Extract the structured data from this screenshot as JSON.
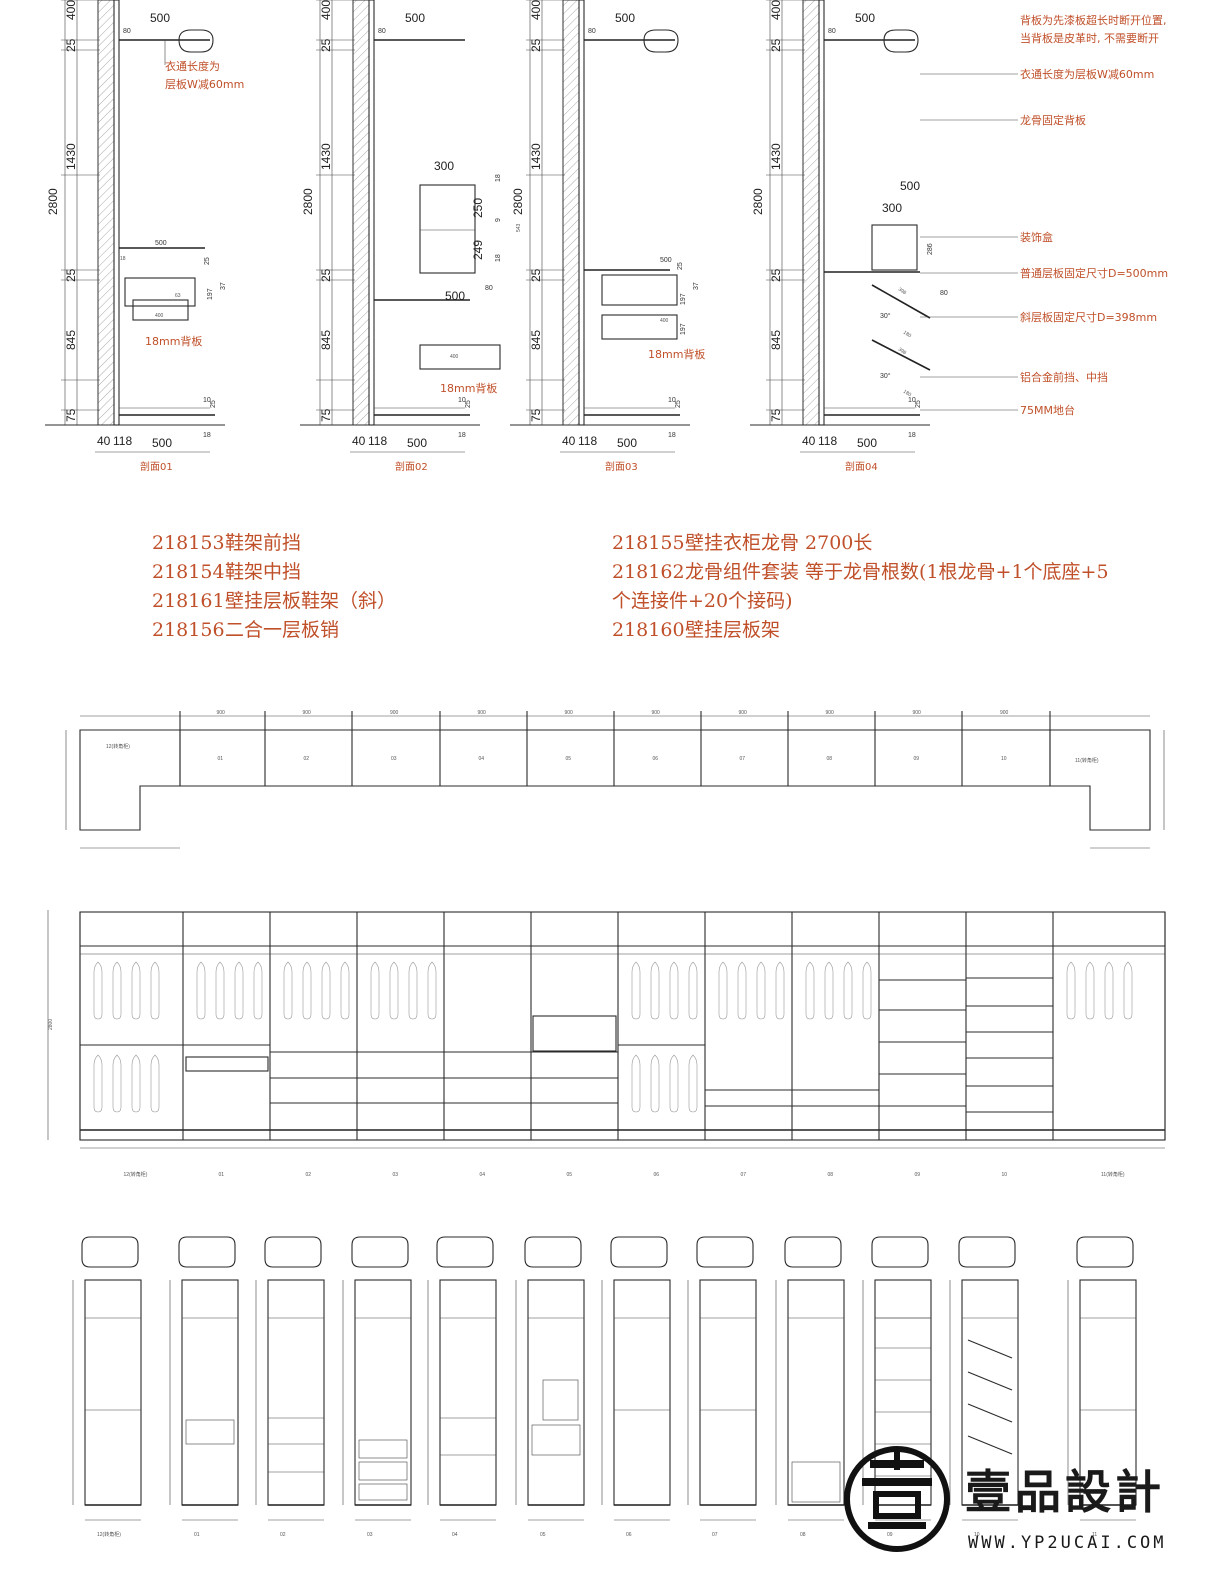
{
  "sections": [
    {
      "title": "剖面01",
      "dims_left": {
        "total": "2800",
        "top": "400",
        "gap1": "25",
        "upper": "1430",
        "gap2": "25",
        "lower": "845",
        "base": "75"
      },
      "dims_top": {
        "rail_width": "500",
        "rail_offset": "80"
      },
      "dims_mid": {
        "shelf": "500",
        "drawer": "400",
        "offset_a": "18",
        "offset_b": "63",
        "h_a": "25",
        "h_b": "197",
        "h_c": "37"
      },
      "dims_bottom": {
        "wall": "40",
        "post": "118",
        "depth": "500",
        "kick_a": "18",
        "kick_b": "10",
        "kick_c": "25"
      },
      "notes": [
        "衣通长度为",
        "层板W减60mm",
        "18mm背板"
      ]
    },
    {
      "title": "剖面02",
      "dims_left": {
        "total": "2800",
        "top": "400",
        "gap1": "25",
        "upper": "1430",
        "gap2": "25",
        "lower": "845",
        "base": "75"
      },
      "dims_top": {
        "rail_width": "500",
        "rail_offset": "80"
      },
      "dims_mid": {
        "box_w": "300",
        "box_h1": "250",
        "box_h2": "249",
        "box_t1": "18",
        "box_t2": "9",
        "box_t3": "18",
        "box_total": "543",
        "shelf": "500",
        "offset": "80",
        "drawer": "400"
      },
      "dims_bottom": {
        "wall": "40",
        "post": "118",
        "depth": "500",
        "kick_a": "18",
        "kick_b": "10",
        "kick_c": "25"
      },
      "notes": [
        "18mm背板"
      ]
    },
    {
      "title": "剖面03",
      "dims_left": {
        "total": "2800",
        "top": "400",
        "gap1": "25",
        "upper": "1430",
        "gap2": "25",
        "lower": "845",
        "base": "75"
      },
      "dims_top": {
        "rail_width": "500",
        "rail_offset": "80"
      },
      "dims_mid": {
        "shelf": "500",
        "drawer": "400",
        "h_a": "25",
        "h_b": "197",
        "h_c": "37",
        "h_d": "197"
      },
      "dims_bottom": {
        "wall": "40",
        "post": "118",
        "depth": "500",
        "kick_a": "18",
        "kick_b": "10",
        "kick_c": "25"
      },
      "notes": [
        "18mm背板"
      ]
    },
    {
      "title": "剖面04",
      "dims_left": {
        "total": "2800",
        "top": "400",
        "gap1": "25",
        "upper": "1430",
        "gap2": "25",
        "lower": "845",
        "base": "75"
      },
      "dims_top": {
        "rail_width": "500",
        "rail_offset": "80"
      },
      "dims_mid": {
        "shelf": "500",
        "box_w": "300",
        "box_h": "286",
        "slant": "398",
        "slant2": "398",
        "angle": "30°",
        "angle2": "30°",
        "off_a": "80",
        "off_b": "180",
        "off_c": "180"
      },
      "dims_bottom": {
        "wall": "40",
        "post": "118",
        "depth": "500",
        "kick_a": "18",
        "kick_b": "10",
        "kick_c": "25"
      },
      "notes": [
        "背板为先漆板超长时断开位置,",
        "当背板是皮革时, 不需要断开",
        "衣通长度为层板W减60mm",
        "龙骨固定背板",
        "装饰盒",
        "普通层板固定尺寸D=500mm",
        "斜层板固定尺寸D=398mm",
        "铝合金前挡、中挡",
        "75MM地台"
      ]
    }
  ],
  "parts_left": [
    {
      "code": "218153",
      "name": "鞋架前挡"
    },
    {
      "code": "218154",
      "name": "鞋架中挡"
    },
    {
      "code": "218161",
      "name": "壁挂层板鞋架（斜）"
    },
    {
      "code": "218156",
      "name": "二合一层板销"
    }
  ],
  "parts_right": [
    {
      "code": "218155",
      "name": "壁挂衣柜龙骨  2700长"
    },
    {
      "code": "218162",
      "name": "龙骨组件套装  等于龙骨根数(1根龙骨+1个底座+5"
    },
    {
      "code": "",
      "name": "个连接件+20个接码)"
    },
    {
      "code": "218160",
      "name": "壁挂层板架"
    }
  ],
  "plan": {
    "units": [
      "01",
      "02",
      "03",
      "04",
      "05",
      "06",
      "07",
      "08",
      "09",
      "10"
    ],
    "left_corner": "12(转角柜)",
    "right_corner": "11(转角柜)"
  },
  "elevation": {
    "labels": [
      "12(转角柜)",
      "01",
      "02",
      "03",
      "04",
      "05",
      "06",
      "07",
      "08",
      "09",
      "10",
      "11(转角柜)"
    ]
  },
  "details": {
    "labels": [
      "12(转角柜)",
      "01",
      "02",
      "03",
      "04",
      "05",
      "06",
      "07",
      "08",
      "09",
      "10",
      "11"
    ]
  },
  "watermark": {
    "brand": "壹品設計",
    "url": "WWW.YP2UCAI.COM"
  }
}
